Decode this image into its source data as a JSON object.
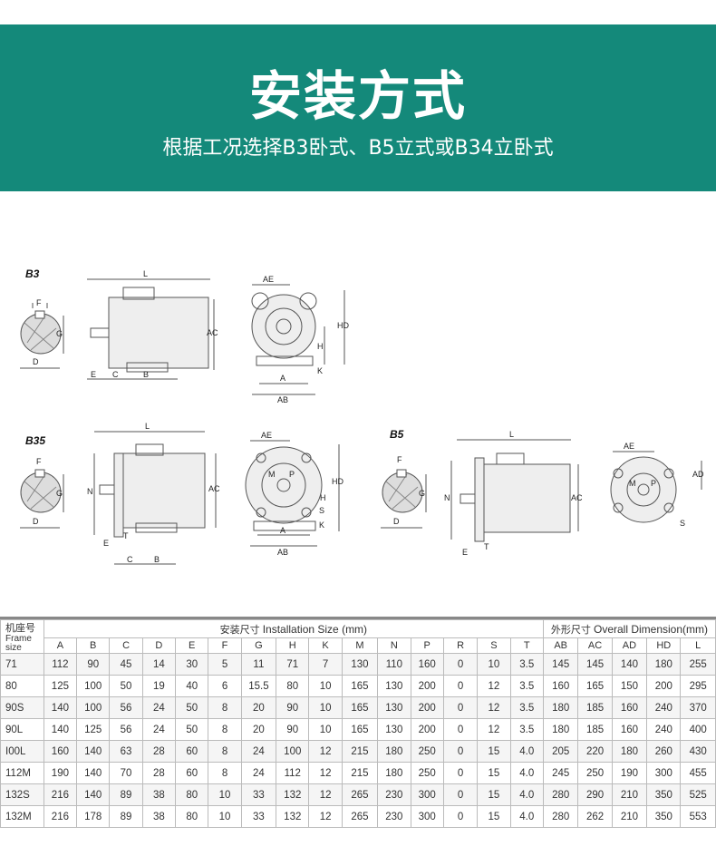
{
  "banner": {
    "title": "安装方式",
    "subtitle": "根据工况选择B3卧式、B5立式或B34立卧式"
  },
  "diagrams": {
    "b3_tag": "B3",
    "b35_tag": "B35",
    "b5_tag": "B5",
    "labels": {
      "L": "L",
      "AE": "AE",
      "AC": "AC",
      "HD": "HD",
      "H": "H",
      "K": "K",
      "A": "A",
      "AB": "AB",
      "B": "B",
      "C": "C",
      "E": "E",
      "F": "F",
      "G": "G",
      "D": "D",
      "N": "N",
      "T": "T",
      "M": "M",
      "P": "P",
      "S": "S",
      "AD": "AD"
    }
  },
  "table": {
    "header_frame_cn": "机座号",
    "header_frame_en": "Frame size",
    "install_cn": "安装尺寸",
    "install_en": "Installation Size (mm)",
    "overall_cn": "外形尺寸",
    "overall_en": "Overall Dimension(mm)",
    "columns": [
      "A",
      "B",
      "C",
      "D",
      "E",
      "F",
      "G",
      "H",
      "K",
      "M",
      "N",
      "P",
      "R",
      "S",
      "T",
      "AB",
      "AC",
      "AD",
      "HD",
      "L"
    ],
    "rows": [
      {
        "frame": "71",
        "vals": [
          "112",
          "90",
          "45",
          "14",
          "30",
          "5",
          "11",
          "71",
          "7",
          "130",
          "110",
          "160",
          "0",
          "10",
          "3.5",
          "145",
          "145",
          "140",
          "180",
          "255"
        ]
      },
      {
        "frame": "80",
        "vals": [
          "125",
          "100",
          "50",
          "19",
          "40",
          "6",
          "15.5",
          "80",
          "10",
          "165",
          "130",
          "200",
          "0",
          "12",
          "3.5",
          "160",
          "165",
          "150",
          "200",
          "295"
        ]
      },
      {
        "frame": "90S",
        "vals": [
          "140",
          "100",
          "56",
          "24",
          "50",
          "8",
          "20",
          "90",
          "10",
          "165",
          "130",
          "200",
          "0",
          "12",
          "3.5",
          "180",
          "185",
          "160",
          "240",
          "370"
        ]
      },
      {
        "frame": "90L",
        "vals": [
          "140",
          "125",
          "56",
          "24",
          "50",
          "8",
          "20",
          "90",
          "10",
          "165",
          "130",
          "200",
          "0",
          "12",
          "3.5",
          "180",
          "185",
          "160",
          "240",
          "400"
        ]
      },
      {
        "frame": "I00L",
        "vals": [
          "160",
          "140",
          "63",
          "28",
          "60",
          "8",
          "24",
          "100",
          "12",
          "215",
          "180",
          "250",
          "0",
          "15",
          "4.0",
          "205",
          "220",
          "180",
          "260",
          "430"
        ]
      },
      {
        "frame": "112M",
        "vals": [
          "190",
          "140",
          "70",
          "28",
          "60",
          "8",
          "24",
          "112",
          "12",
          "215",
          "180",
          "250",
          "0",
          "15",
          "4.0",
          "245",
          "250",
          "190",
          "300",
          "455"
        ]
      },
      {
        "frame": "132S",
        "vals": [
          "216",
          "140",
          "89",
          "38",
          "80",
          "10",
          "33",
          "132",
          "12",
          "265",
          "230",
          "300",
          "0",
          "15",
          "4.0",
          "280",
          "290",
          "210",
          "350",
          "525"
        ]
      },
      {
        "frame": "132M",
        "vals": [
          "216",
          "178",
          "89",
          "38",
          "80",
          "10",
          "33",
          "132",
          "12",
          "265",
          "230",
          "300",
          "0",
          "15",
          "4.0",
          "280",
          "262",
          "210",
          "350",
          "553"
        ]
      }
    ]
  }
}
